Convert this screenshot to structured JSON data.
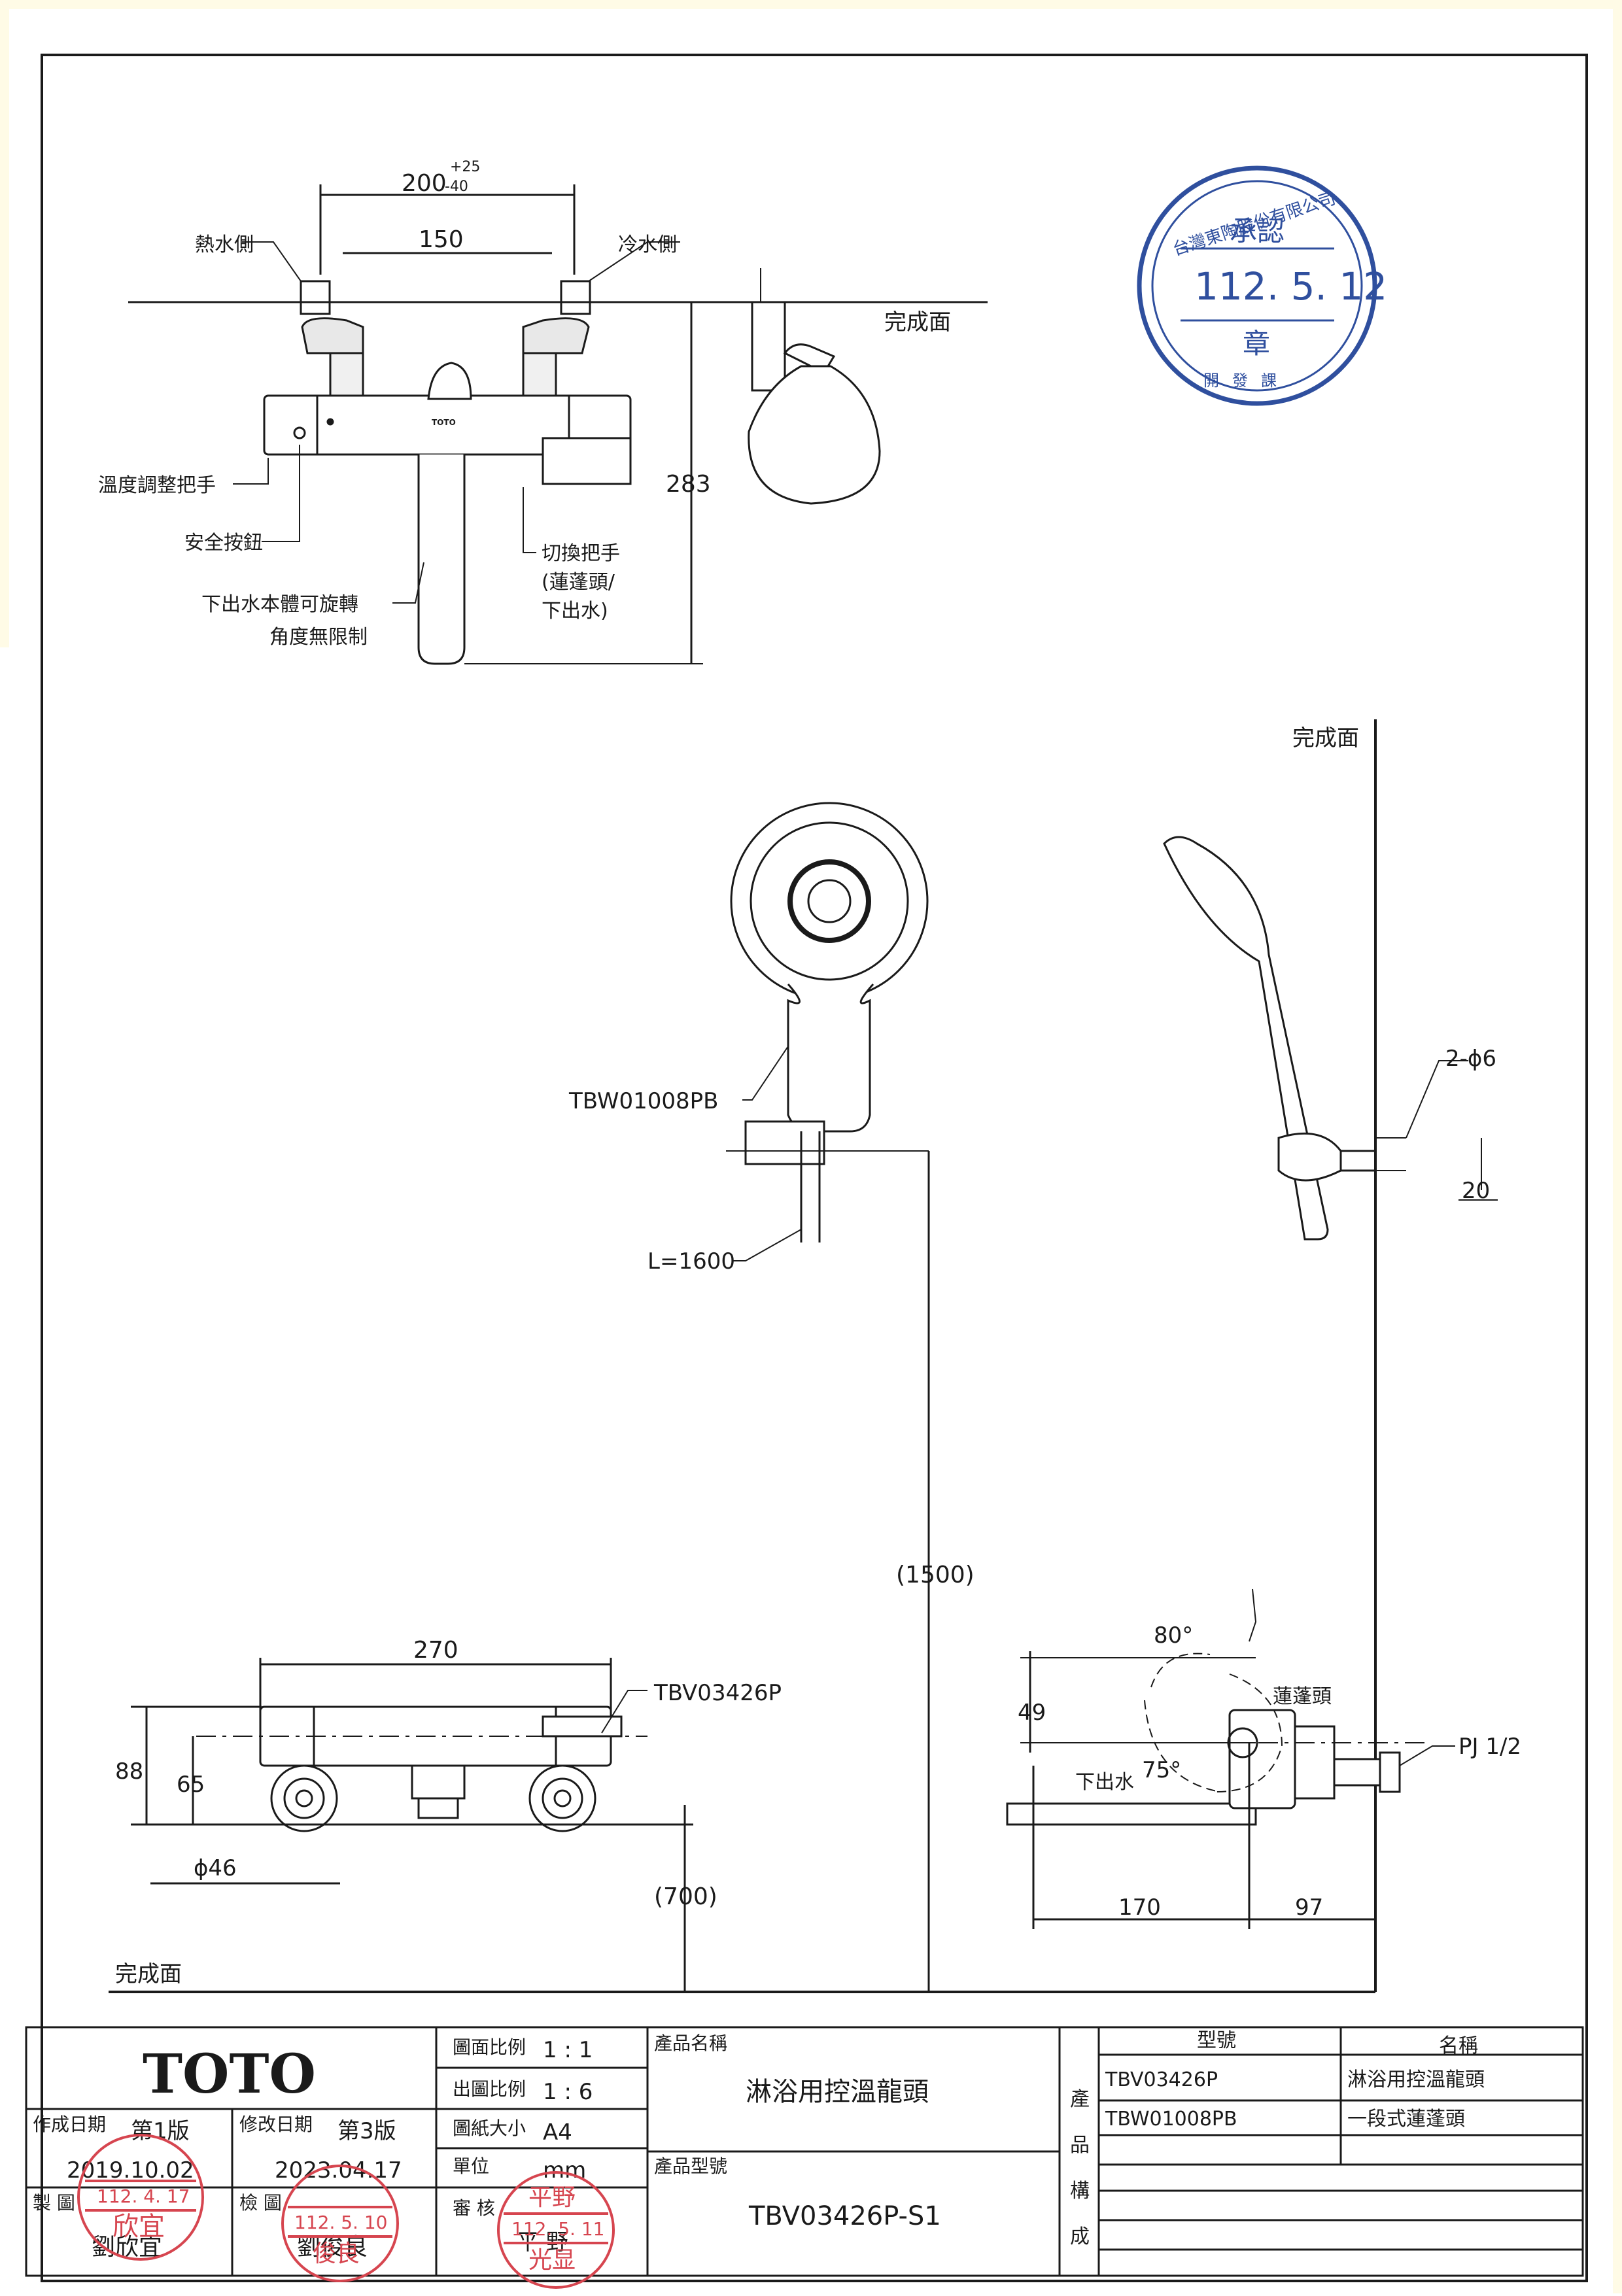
{
  "colors": {
    "line": "#1a1a1a",
    "stamp_blue": "#2f4f9e",
    "stamp_red": "#d6454f",
    "page_tint": "#fffbe6"
  },
  "front_view": {
    "total_span": "200",
    "tolerance_plus": "+25",
    "tolerance_minus": "-40",
    "inner_span": "150",
    "hot_side": "熱水側",
    "cold_side": "冷水側",
    "finish_surface": "完成面",
    "height": "283",
    "temp_handle": "溫度調整把手",
    "safety_button": "安全按鈕",
    "rotate_note_1": "下出水本體可旋轉",
    "rotate_note_2": "角度無限制",
    "switch_1": "切換把手",
    "switch_2": "(蓮蓬頭/",
    "switch_3": "下出水)",
    "logo_small": "TOTO"
  },
  "approval_stamp": {
    "company": "台灣東陶股份有限公司",
    "title": "承認",
    "date": "112. 5. 12",
    "seal": "章",
    "dept": "開發課"
  },
  "shower_view": {
    "finish_surface": "完成面",
    "model": "TBW01008PB",
    "hose": "L=1600",
    "holes": "2-ϕ6",
    "hole_gap": "20",
    "height": "(1500)"
  },
  "plan_view": {
    "width": "270",
    "model": "TBV03426P",
    "h1": "88",
    "h2": "65",
    "dia": "ϕ46",
    "height": "(700)",
    "finish_surface": "完成面"
  },
  "side_view": {
    "angle_up": "80°",
    "angle_down": "75°",
    "shower_label": "蓮蓬頭",
    "spout_label": "下出水",
    "dim_49": "49",
    "pipe": "PJ 1/2",
    "dim_170": "170",
    "dim_97": "97"
  },
  "title_block": {
    "brand": "TOTO",
    "scale_label": "圖面比例",
    "scale_value": "1 : 1",
    "print_scale_label": "出圖比例",
    "print_scale_value": "1 : 6",
    "paper_label": "圖紙大小",
    "paper_value": "A4",
    "unit_label": "單位",
    "unit_value": "mm",
    "review_label": "審 核",
    "review_name": "平 野",
    "created_label": "作成日期",
    "created_version": "第1版",
    "created_date": "2019.10.02",
    "revised_label": "修改日期",
    "revised_version": "第3版",
    "revised_date": "2023.04.17",
    "drawn_label": "製 圖",
    "drawn_name": "劉欣宜",
    "checked_label": "檢 圖",
    "checked_name": "劉俊良",
    "product_name_label": "產品名稱",
    "product_name": "淋浴用控溫龍頭",
    "product_model_label": "產品型號",
    "product_model": "TBV03426P-S1",
    "composition_label": [
      "產",
      "品",
      "構",
      "成"
    ],
    "comp_header_model": "型號",
    "comp_header_name": "名稱",
    "components": [
      {
        "model": "TBV03426P",
        "name": "淋浴用控溫龍頭"
      },
      {
        "model": "TBW01008PB",
        "name": "一段式蓮蓬頭"
      }
    ]
  },
  "stamps": {
    "drawn_stamp": {
      "date": "112. 4. 17",
      "name": "欣宜"
    },
    "checked_stamp": {
      "date": "112. 5. 10",
      "name": "俊良"
    },
    "review_stamp": {
      "name": "平野",
      "date": "112. 5. 11",
      "sub": "光显"
    }
  }
}
